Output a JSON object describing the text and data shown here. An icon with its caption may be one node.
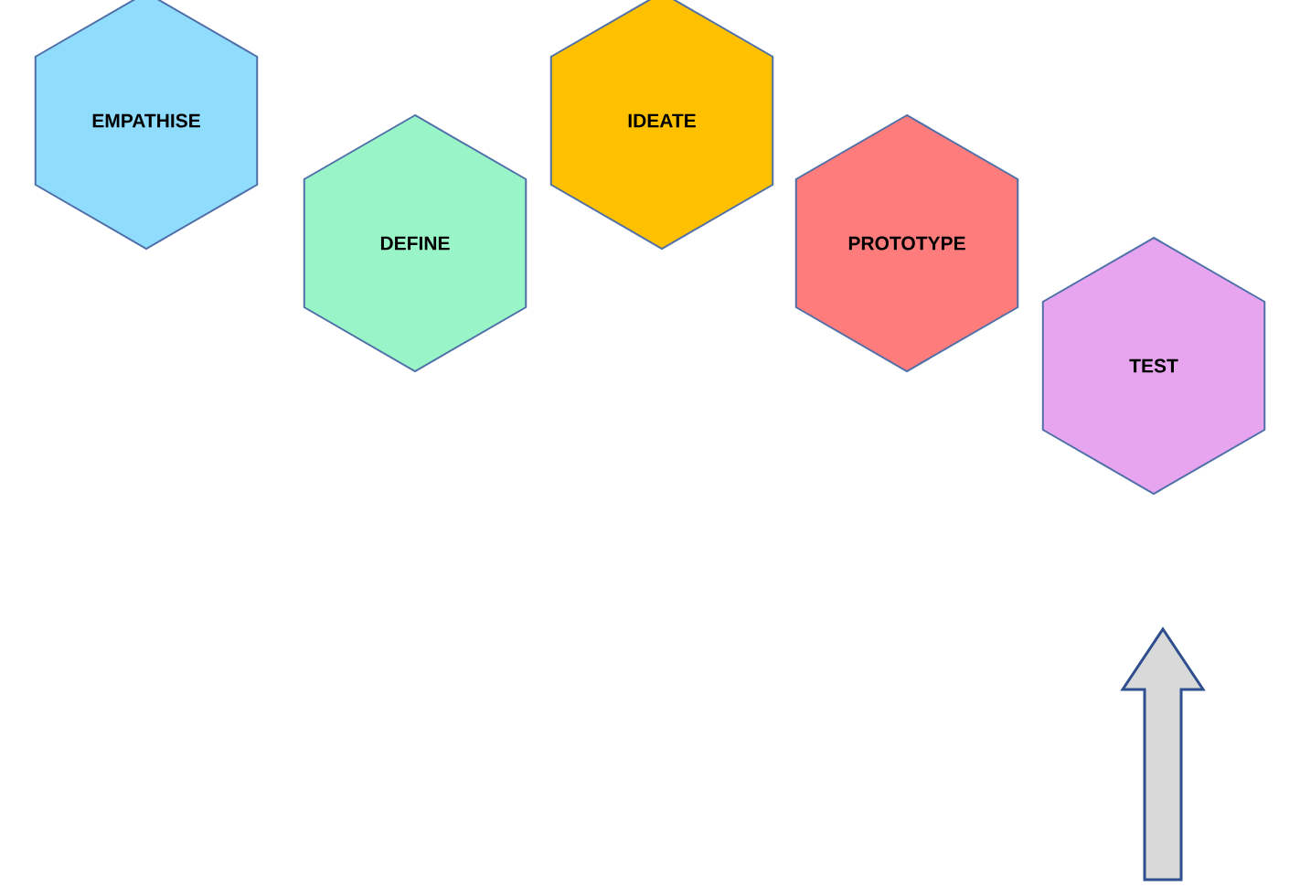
{
  "diagram": {
    "nodes": [
      {
        "text": [
          "EMPATHISE"
        ]
      },
      {
        "text": [
          "DEFINE"
        ]
      },
      {
        "text": [
          "IDEATE"
        ]
      },
      {
        "text": [
          "PROTOTYPE"
        ]
      },
      {
        "text": [
          "TEST"
        ]
      }
    ]
  }
}
